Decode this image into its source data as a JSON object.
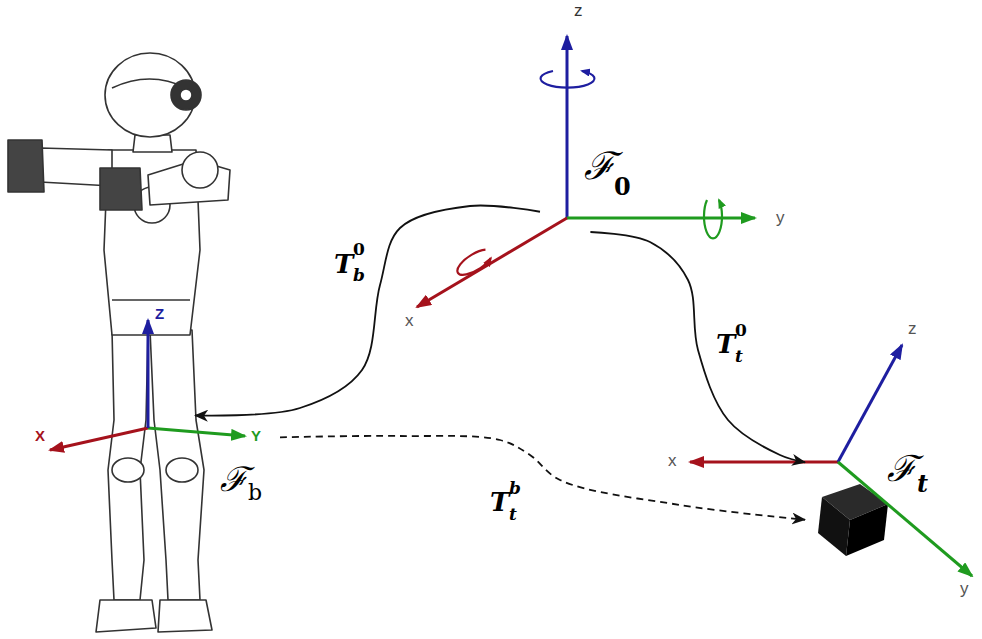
{
  "diagram": {
    "nodes": [
      {
        "text": [
          "ℱ",
          "0"
        ]
      },
      {
        "text": [
          "ℱ",
          "b"
        ]
      },
      {
        "text": [
          "ℱ",
          "t"
        ]
      }
    ],
    "edges": [
      {
        "from": 0,
        "to": 1,
        "arrow": "to",
        "label": "T"
      },
      {
        "from": 0,
        "to": 2,
        "arrow": "to",
        "label": "T"
      },
      {
        "from": 1,
        "to": 2,
        "arrow": "to",
        "label": "T"
      }
    ],
    "labels": [
      "z",
      "y",
      "x",
      "X",
      "Y",
      "Z",
      "x",
      "z",
      "y",
      "b",
      "0",
      "t",
      "0",
      "t",
      "b"
    ]
  }
}
